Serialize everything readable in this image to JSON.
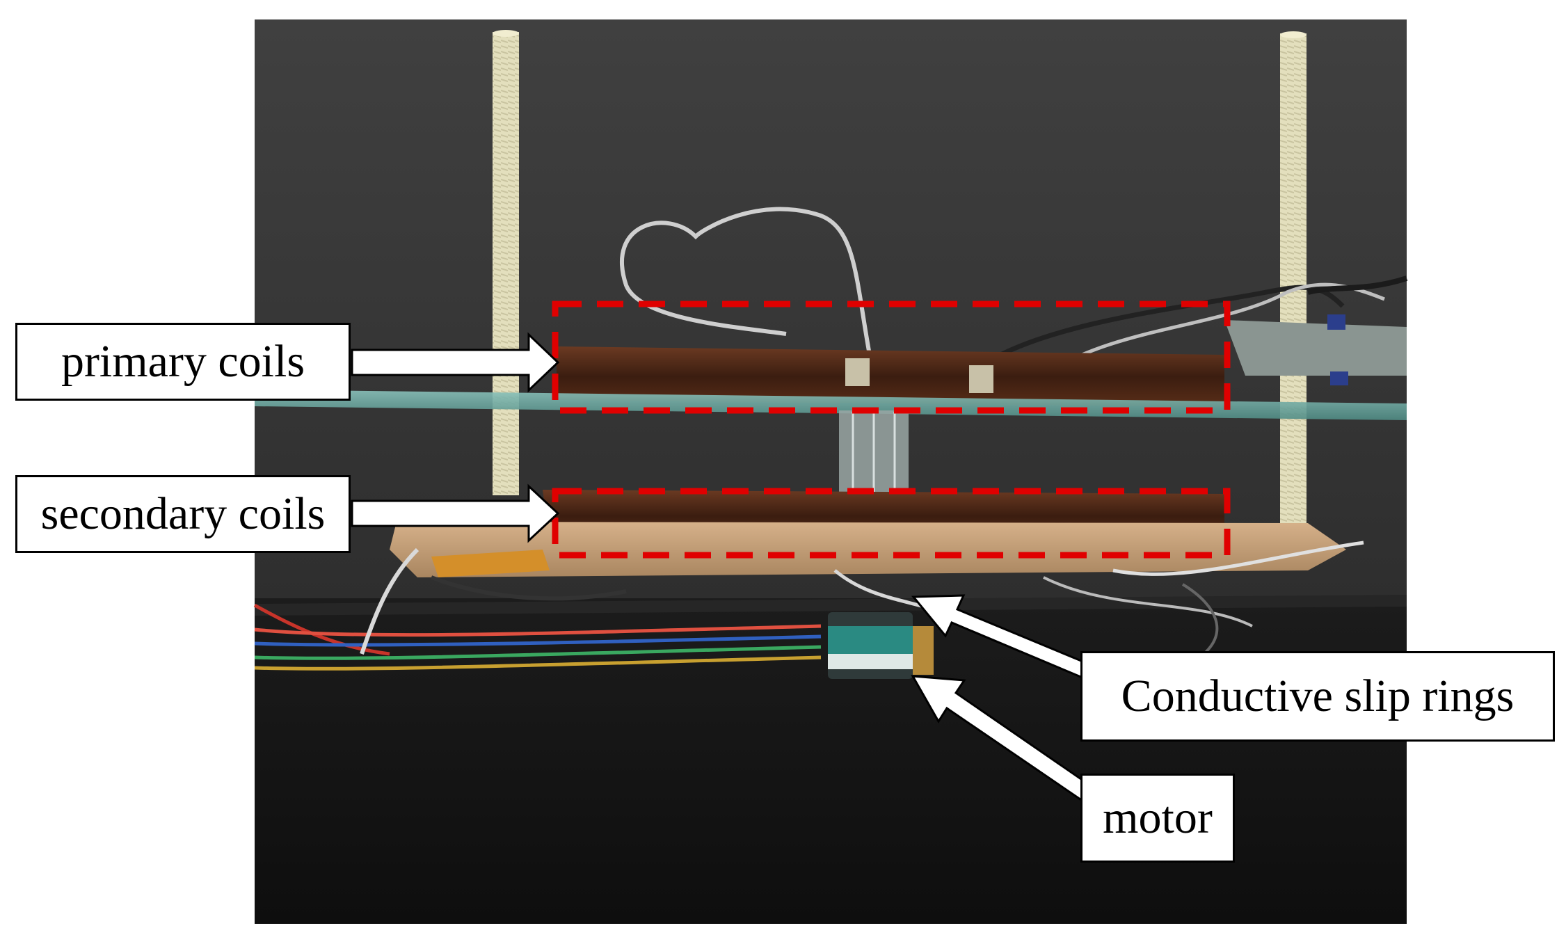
{
  "labels": {
    "primary": "primary coils",
    "secondary": "secondary coils",
    "slip_rings": "Conductive slip rings",
    "motor": "motor"
  },
  "colors": {
    "background_wall": "#3a3a3a",
    "table_top": "#141414",
    "highlight_box": "#e00000",
    "glass": "#6fa9a2",
    "wood_board": "#c7a27a",
    "rod": "#e3dfbd",
    "arrow_fill": "#ffffff"
  },
  "icons": {
    "arrow": "white-arrow-icon"
  }
}
